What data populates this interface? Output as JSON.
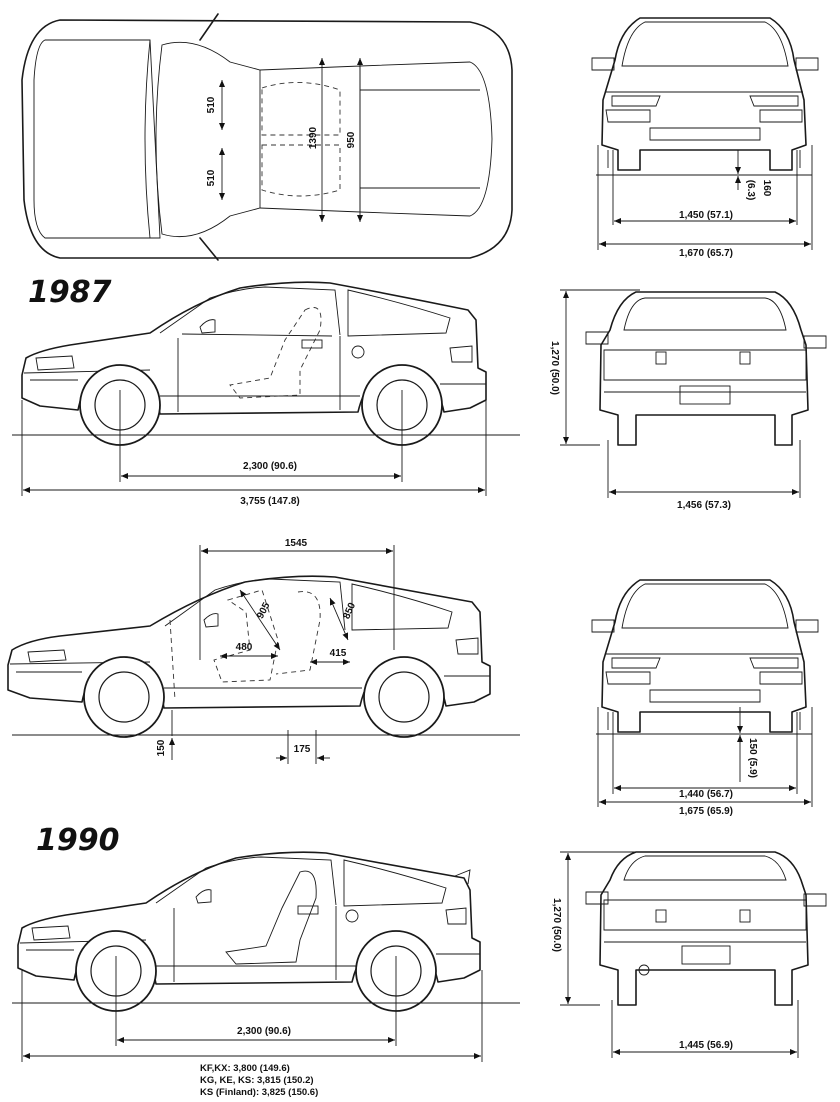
{
  "years": {
    "first": "1987",
    "second": "1990"
  },
  "top_view": {
    "seat_width_1": "510",
    "seat_width_2": "510",
    "seat_spacing": "1390",
    "cabin_width": "950"
  },
  "front_1987": {
    "ground_clearance": "160",
    "ground_clearance_in": "(6.3)",
    "front_track": "1,450 (57.1)",
    "overall_width": "1,670 (65.7)"
  },
  "side_1987": {
    "wheelbase": "2,300 (90.6)",
    "overall_length": "3,755 (147.8)"
  },
  "rear_1987": {
    "height": "1,270 (50.0)",
    "rear_track": "1,456 (57.3)"
  },
  "interior": {
    "top_length": "1545",
    "headroom_front": "905",
    "headroom_rear": "850",
    "seat_offset": "480",
    "knee_room": "415",
    "ground": "150",
    "floor": "175"
  },
  "front_1990": {
    "ground_clearance": "150 (5.9)",
    "front_track": "1,440 (56.7)",
    "overall_width": "1,675 (65.9)"
  },
  "side_1990": {
    "wheelbase": "2,300 (90.6)",
    "length_notes": [
      "KF,KX: 3,800 (149.6)",
      "KG, KE, KS: 3,815 (150.2)",
      "KS (Finland): 3,825 (150.6)"
    ]
  },
  "rear_1990": {
    "height": "1,270 (50.0)",
    "rear_track": "1,445 (56.9)"
  }
}
